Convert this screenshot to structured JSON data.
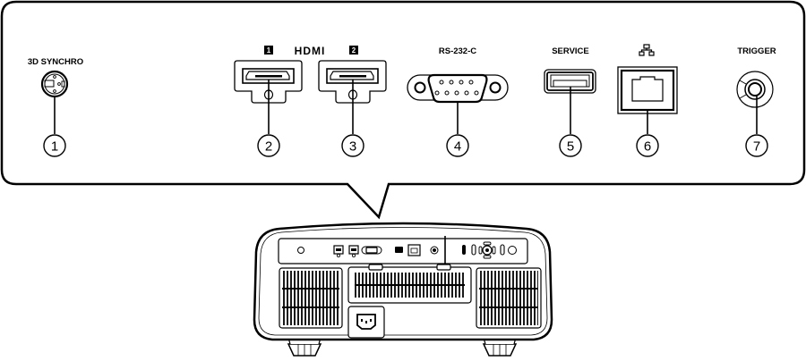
{
  "diagram": {
    "subject": "Projector rear panel terminals",
    "callout": {
      "terminals": [
        {
          "number": "1",
          "label": "3D SYNCHRO",
          "connector": "mini-din-3d-synchro"
        },
        {
          "number": "2",
          "label": "HDMI 1",
          "connector": "hdmi"
        },
        {
          "number": "3",
          "label": "HDMI 2",
          "connector": "hdmi"
        },
        {
          "number": "4",
          "label": "RS-232-C",
          "connector": "d-sub-9"
        },
        {
          "number": "5",
          "label": "SERVICE",
          "connector": "usb-a"
        },
        {
          "number": "6",
          "label": "LAN",
          "connector": "rj45"
        },
        {
          "number": "7",
          "label": "TRIGGER",
          "connector": "mini-jack"
        }
      ],
      "labels": {
        "sync": "3D SYNCHRO",
        "hdmi_group": "HDMI",
        "hdmi1_badge": "1",
        "hdmi2_badge": "2",
        "rs232": "RS-232-C",
        "service": "SERVICE",
        "lan_symbol": "network-icon",
        "trigger": "TRIGGER"
      },
      "numbers": {
        "n1": "1",
        "n2": "2",
        "n3": "3",
        "n4": "4",
        "n5": "5",
        "n6": "6",
        "n7": "7"
      }
    },
    "colors": {
      "line": "#000000",
      "background": "#ffffff",
      "vent": "#1a1a1a"
    }
  }
}
